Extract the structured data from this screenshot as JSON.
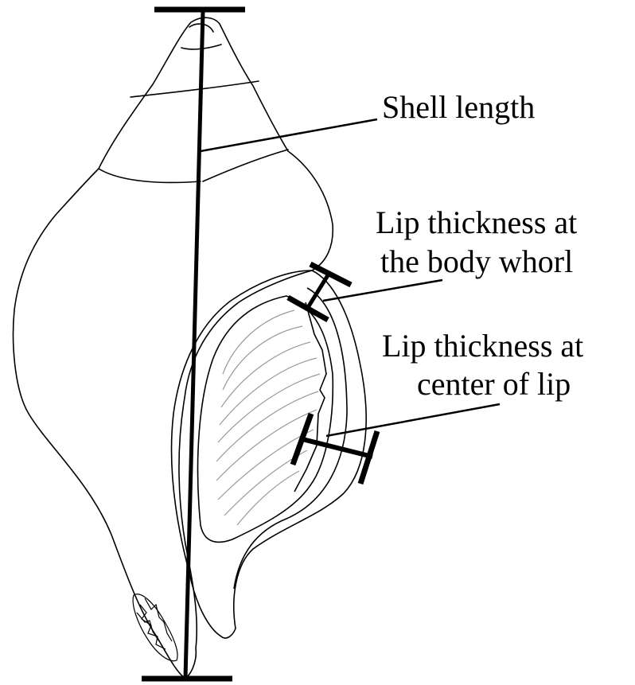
{
  "labels": {
    "shell_length": "Shell length",
    "lip_body_line1": "Lip thickness at",
    "lip_body_line2": "the body whorl",
    "lip_center_line1": "Lip thickness at",
    "lip_center_line2": "center of lip"
  },
  "colors": {
    "background": "#ffffff",
    "outline": "#000000",
    "aperture_lines": "#9a9a9a"
  }
}
